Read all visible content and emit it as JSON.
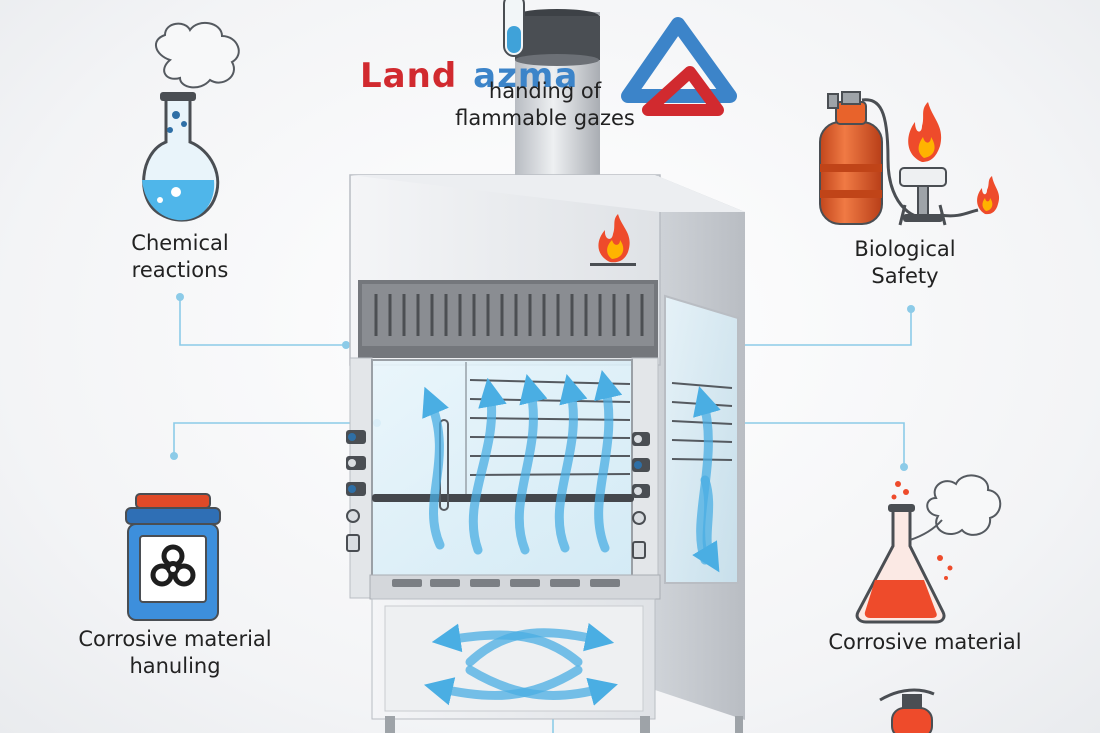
{
  "brand": {
    "word1": "Land",
    "word2": "azma"
  },
  "labels": {
    "chemical_reactions": [
      "Chemical",
      "reactions"
    ],
    "flammable_gases": [
      "handing of",
      "flammable gazes"
    ],
    "biological_safety": [
      "Biological",
      "Safety"
    ],
    "corrosive_material_handling": [
      "Corrosive material",
      "hanuling"
    ],
    "corrosive_material": [
      "Corrosive material"
    ]
  },
  "colors": {
    "hood_body": "#e6e8eb",
    "hood_edge": "#b9bdc3",
    "vent_grille": "#6b6e73",
    "glass": "#d9eef8",
    "airflow": "#4aaee3",
    "connector": "#8ccbe8",
    "brand_red": "#d12a2f",
    "brand_blue": "#3c84c9",
    "flask_liquid": "#4fb6ea",
    "erlenmeyer_liquid": "#ee4b2b",
    "cylinder": "#e8632b",
    "container": "#3d8fdc",
    "container_lid": "#e04a28"
  },
  "icons": [
    "round-flask-icon",
    "gas-cylinder-icon",
    "bunsen-burner-icon",
    "flame-icon",
    "biohazard-container-icon",
    "erlenmeyer-flask-icon",
    "fire-extinguisher-icon",
    "test-tube-icon",
    "smoke-cloud-icon"
  ]
}
